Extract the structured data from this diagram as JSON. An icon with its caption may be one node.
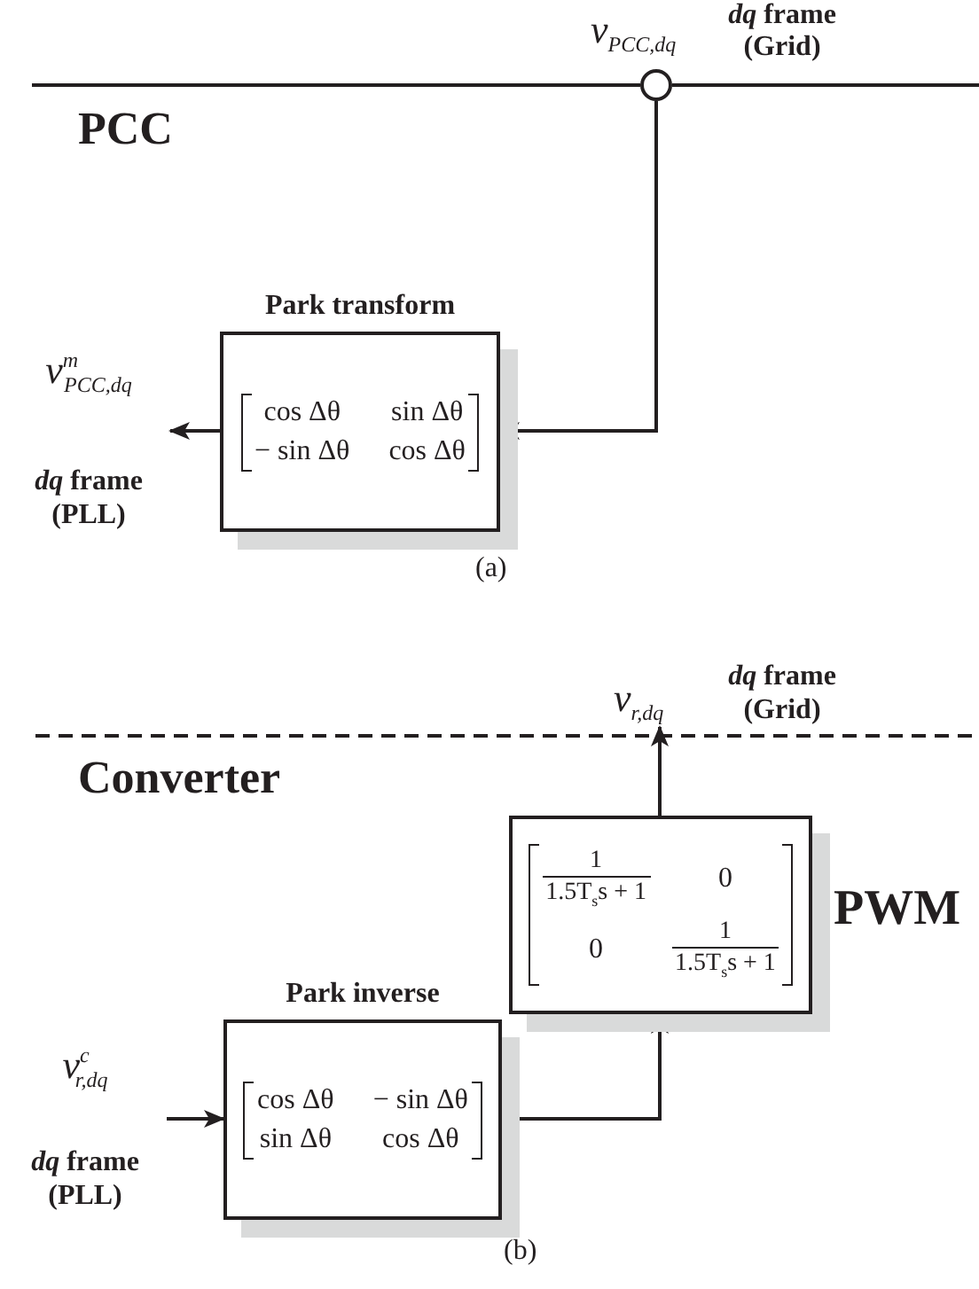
{
  "diagram": {
    "nodes": [
      {
        "text": [],
        "shape": "circle",
        "beside": [
          "v$_{PCC,dq}$",
          "*dq* frame (Grid)"
        ]
      },
      {
        "text": [
          "Park transform",
          "cos Δθ",
          "sin Δθ",
          "− sin Δθ",
          "cos Δθ"
        ]
      },
      {
        "text": [
          "v$^{m}$$_{PCC,dq}$",
          "*dq* frame (PLL)"
        ]
      },
      {
        "text": [
          "v$_{r,dq}$",
          "*dq* frame (Grid)"
        ]
      },
      {
        "text": [
          "1",
          "1.5T$_{s}$s + 1",
          "0",
          "0",
          "1",
          "1.5T$_{s}$s + 1"
        ],
        "beside": [
          "PWM"
        ]
      },
      {
        "text": [
          "Park inverse",
          "cos Δθ",
          "− sin Δθ",
          "sin Δθ",
          "cos Δθ"
        ]
      },
      {
        "text": [
          "v$^{c}$$_{r,dq}$",
          "*dq* frame (PLL)"
        ]
      }
    ],
    "edges": [
      {
        "from": 0,
        "to": 1,
        "arrow": "to"
      },
      {
        "from": 1,
        "to": 2,
        "arrow": "to"
      },
      {
        "from": 6,
        "to": 5,
        "arrow": "to"
      },
      {
        "from": 5,
        "to": 4,
        "arrow": "to"
      },
      {
        "from": 4,
        "to": 3,
        "arrow": "to"
      }
    ],
    "labels": [
      "PCC",
      "(a)",
      "Converter",
      "(b)"
    ]
  }
}
